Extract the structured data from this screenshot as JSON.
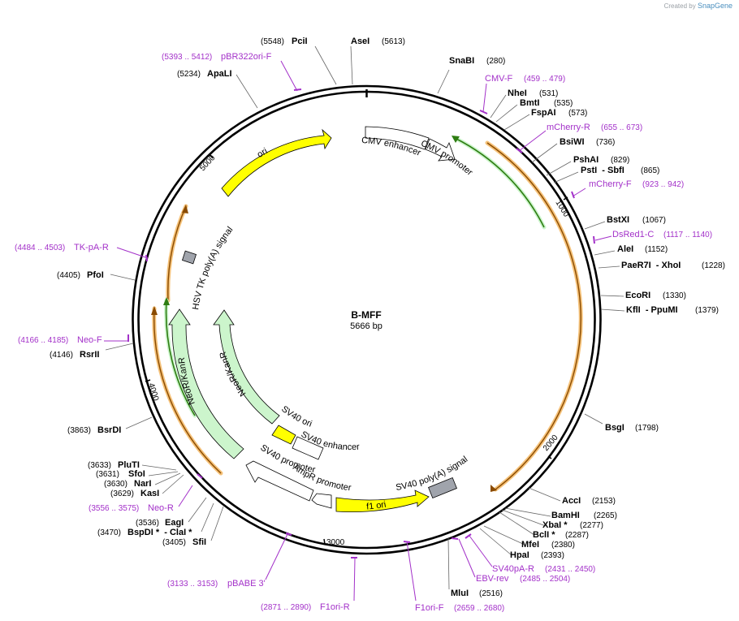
{
  "credit": {
    "created_by": "Created by",
    "brand": "SnapGene"
  },
  "plasmid": {
    "name": "B-MFF",
    "length": "5666 bp"
  },
  "ticks": [
    "1000",
    "2000",
    "3000",
    "4000",
    "5000"
  ],
  "sites": [
    {
      "name": "PciI",
      "pos": "(5548)"
    },
    {
      "name": "AseI",
      "pos": "(5613)"
    },
    {
      "name": "ApaLI",
      "pos": "(5234)"
    },
    {
      "name": "SnaBI",
      "pos": "(280)"
    },
    {
      "name": "NheI",
      "pos": "(531)"
    },
    {
      "name": "BmtI",
      "pos": "(535)"
    },
    {
      "name": "FspAI",
      "pos": "(573)"
    },
    {
      "name": "BsiWI",
      "pos": "(736)"
    },
    {
      "name": "PshAI",
      "pos": "(829)"
    },
    {
      "name": "PstI  - SbfI",
      "pos": "(865)"
    },
    {
      "name": "BstXI",
      "pos": "(1067)"
    },
    {
      "name": "AleI",
      "pos": "(1152)"
    },
    {
      "name": "PaeR7I  - XhoI",
      "pos": "(1228)"
    },
    {
      "name": "EcoRI",
      "pos": "(1330)"
    },
    {
      "name": "KflI  - PpuMI",
      "pos": "(1379)"
    },
    {
      "name": "BsgI",
      "pos": "(1798)"
    },
    {
      "name": "AccI",
      "pos": "(2153)"
    },
    {
      "name": "BamHI",
      "pos": "(2265)"
    },
    {
      "name": "XbaI *",
      "pos": "(2277)"
    },
    {
      "name": "BclI *",
      "pos": "(2287)"
    },
    {
      "name": "MfeI",
      "pos": "(2380)"
    },
    {
      "name": "HpaI",
      "pos": "(2393)"
    },
    {
      "name": "MluI",
      "pos": "(2516)"
    },
    {
      "name": "PfoI",
      "pos": "(4405)"
    },
    {
      "name": "RsrII",
      "pos": "(4146)"
    },
    {
      "name": "BsrDI",
      "pos": "(3863)"
    },
    {
      "name": "PluTI",
      "pos": "(3633)"
    },
    {
      "name": "SfoI",
      "pos": "(3631)"
    },
    {
      "name": "NarI",
      "pos": "(3630)"
    },
    {
      "name": "KasI",
      "pos": "(3629)"
    },
    {
      "name": "EagI",
      "pos": "(3536)"
    },
    {
      "name": "BspDI *  - ClaI *",
      "pos": "(3470)"
    },
    {
      "name": "SfiI",
      "pos": "(3405)"
    }
  ],
  "primers": [
    {
      "name": "pBR322ori-F",
      "pos": "(5393 .. 5412)"
    },
    {
      "name": "CMV-F",
      "pos": "(459 .. 479)"
    },
    {
      "name": "mCherry-R",
      "pos": "(655 .. 673)"
    },
    {
      "name": "mCherry-F",
      "pos": "(923 .. 942)"
    },
    {
      "name": "DsRed1-C",
      "pos": "(1117 .. 1140)"
    },
    {
      "name": "TK-pA-R",
      "pos": "(4484 .. 4503)"
    },
    {
      "name": "Neo-F",
      "pos": "(4166 .. 4185)"
    },
    {
      "name": "Neo-R",
      "pos": "(3556 .. 3575)"
    },
    {
      "name": "SV40pA-R",
      "pos": "(2431 .. 2450)"
    },
    {
      "name": "EBV-rev",
      "pos": "(2485 .. 2504)"
    },
    {
      "name": "pBABE 3'",
      "pos": "(3133 .. 3153)"
    },
    {
      "name": "F1ori-R",
      "pos": "(2871 .. 2890)"
    },
    {
      "name": "F1ori-F",
      "pos": "(2659 .. 2680)"
    }
  ],
  "features": {
    "ori": "ori",
    "cmv_enhancer": "CMV enhancer",
    "cmv_promoter": "CMV promoter",
    "hsv_tk_polya": "HSV TK poly(A) signal",
    "neor1": "NeoR/KanR",
    "neor2": "NeoR/KanR",
    "sv40_ori": "SV40 ori",
    "sv40_enhancer": "SV40 enhancer",
    "sv40_promoter": "SV40 promoter",
    "ampr_promoter": "AmpR promoter",
    "f1_ori": "f1 ori",
    "sv40_polya": "SV40 poly(A) signal"
  },
  "colors": {
    "primer": "#a331c9",
    "ori": "#ffff00",
    "neo": "#ccf5cc",
    "orf_line": "#f5c27a",
    "green_line": "#2e7d12",
    "gray_feature": "#a0a4ac",
    "backbone": "#000000"
  }
}
